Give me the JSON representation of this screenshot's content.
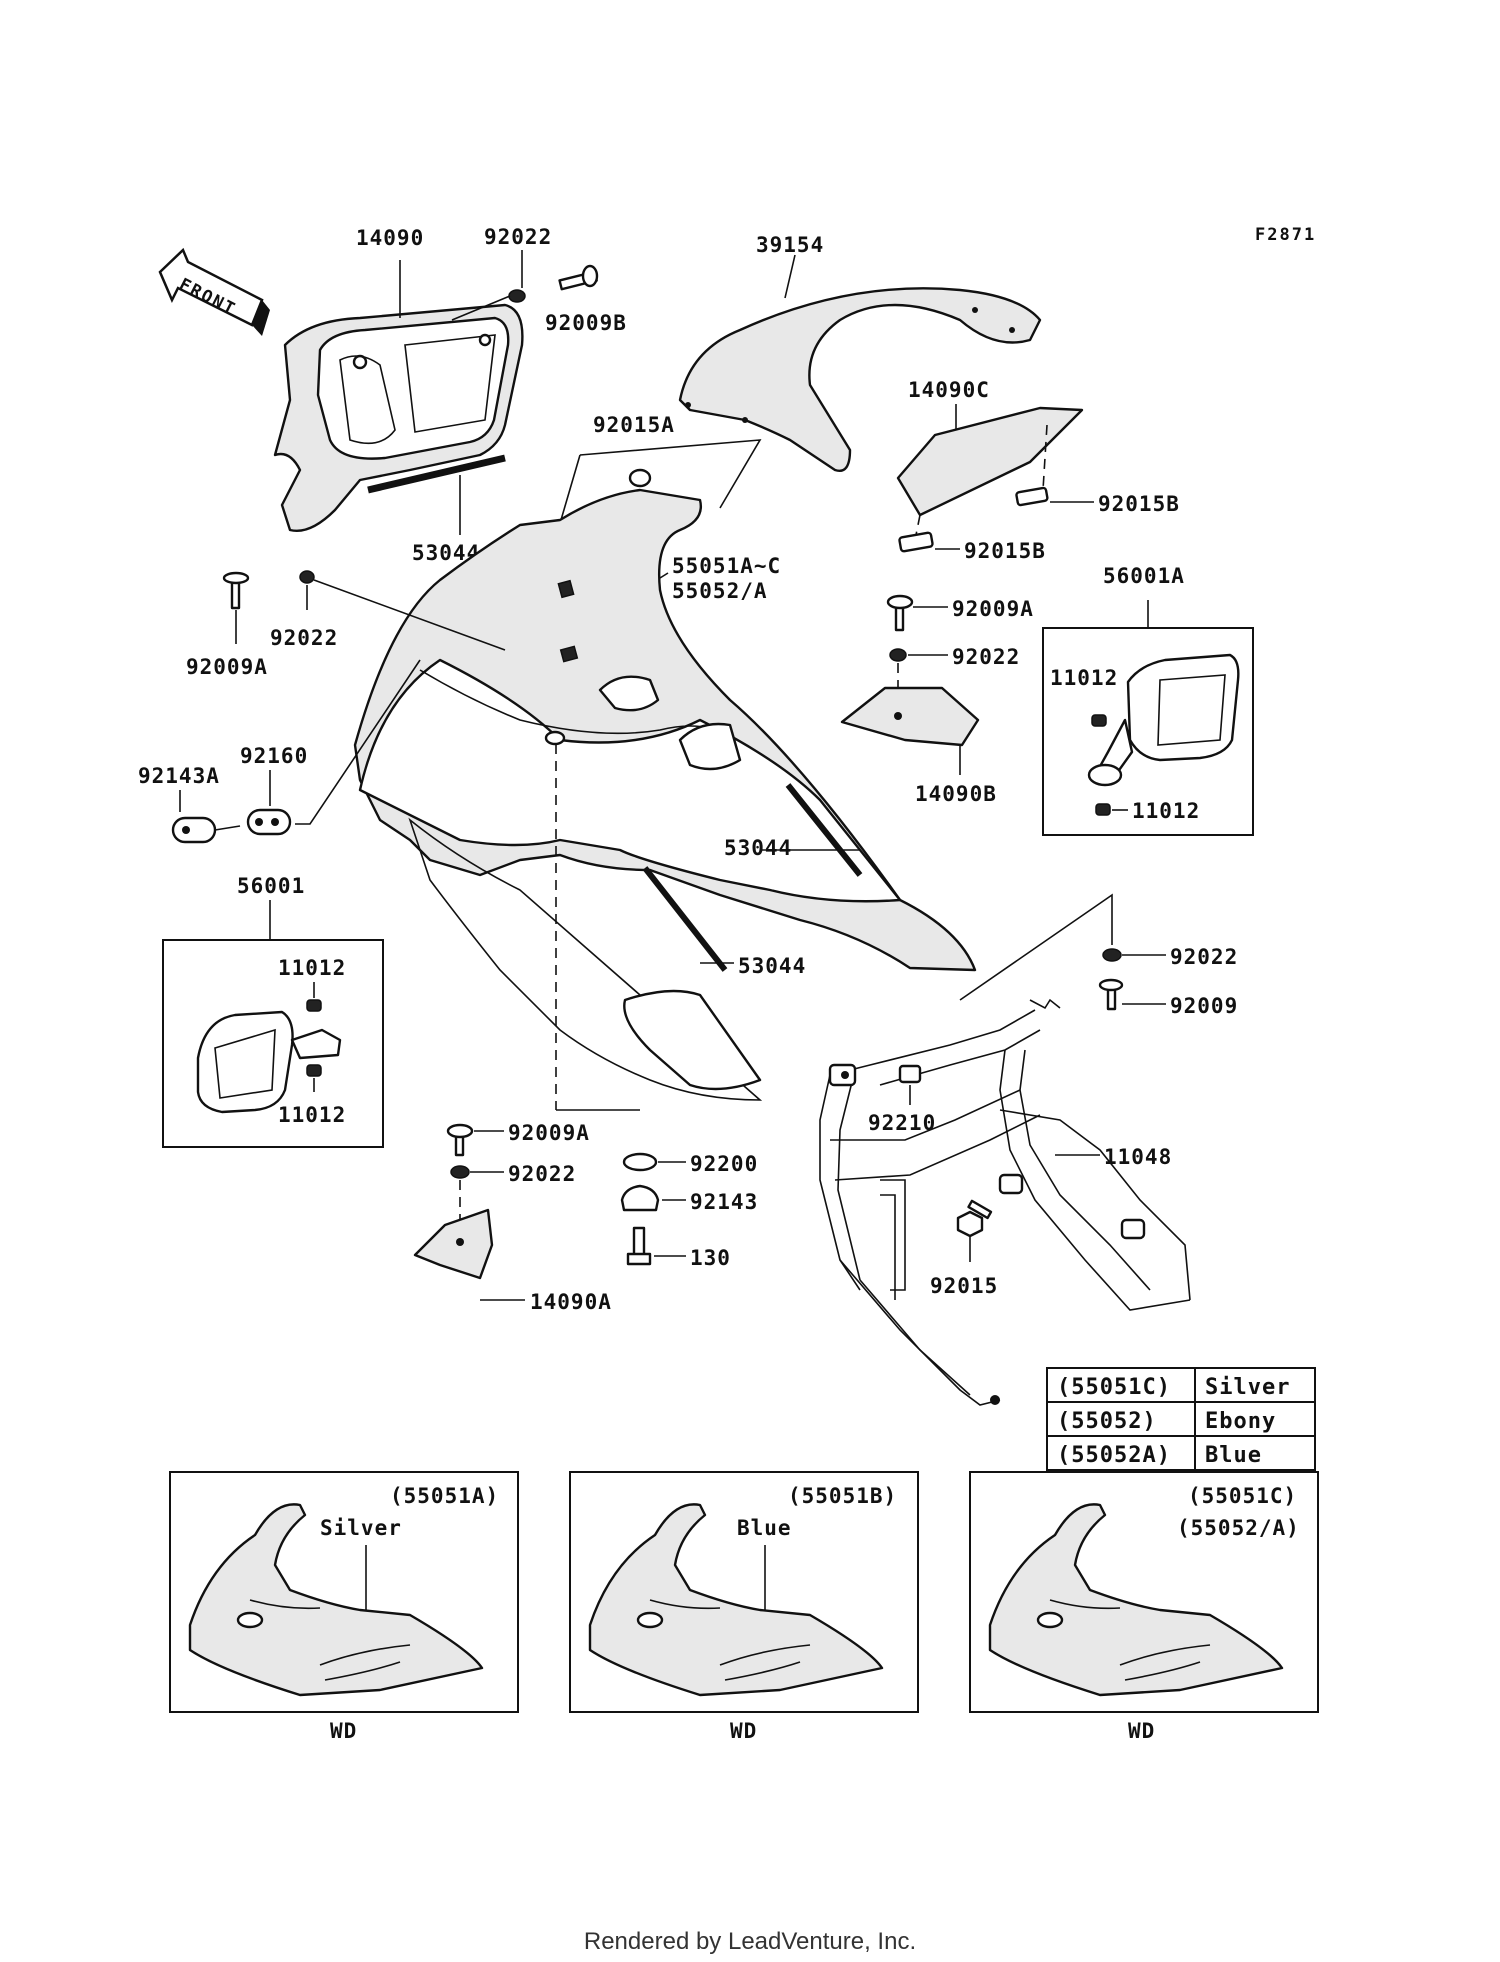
{
  "figure_id": "F2871",
  "front_arrow_label": "FRONT",
  "labels": {
    "p14090": "14090",
    "p92022_top": "92022",
    "p92009B": "92009B",
    "p39154": "39154",
    "p92015A": "92015A",
    "p14090C": "14090C",
    "p92015B_1": "92015B",
    "p92015B_2": "92015B",
    "p53044_top": "53044",
    "p55051": "55051A~C",
    "p55052": "55052/A",
    "p92009A_left": "92009A",
    "p92022_left": "92022",
    "p92009A_right": "92009A",
    "p92022_right": "92022",
    "p56001A": "56001A",
    "p11012_r1": "11012",
    "p11012_r2": "11012",
    "p14090B": "14090B",
    "p92143A": "92143A",
    "p92160": "92160",
    "p53044_mid": "53044",
    "p53044_low": "53044",
    "p56001": "56001",
    "p11012_l1": "11012",
    "p11012_l2": "11012",
    "p92022_frame": "92022",
    "p92009": "92009",
    "p92210": "92210",
    "p11048": "11048",
    "p92009A_low": "92009A",
    "p92022_low": "92022",
    "p92200": "92200",
    "p92143": "92143",
    "p130": "130",
    "p14090A": "14090A",
    "p92015": "92015"
  },
  "color_table": [
    {
      "code": "(55051C)",
      "color": "Silver"
    },
    {
      "code": "(55052)",
      "color": "Ebony"
    },
    {
      "code": "(55052A)",
      "color": "Blue"
    }
  ],
  "variants": [
    {
      "code": "(55051A)",
      "code2": "",
      "color": "Silver",
      "note": "WD"
    },
    {
      "code": "(55051B)",
      "code2": "",
      "color": "Blue",
      "note": "WD"
    },
    {
      "code": "(55051C)",
      "code2": "(55052/A)",
      "color": "",
      "note": "WD"
    }
  ],
  "footer": "Rendered by LeadVenture, Inc."
}
